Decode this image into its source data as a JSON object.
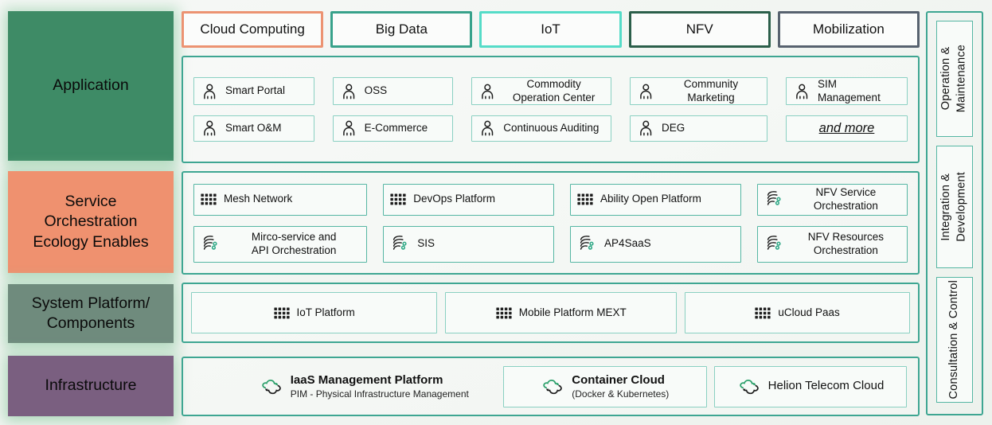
{
  "colors": {
    "container_border": "#3EA692",
    "item_border": "#8AD0C2",
    "soee_item_border": "#55B6A3",
    "icon_dark": "#1D1D1D",
    "icon_green": "#2FA886",
    "cloud_arrow_green": "#2CA06B"
  },
  "left_panels": [
    {
      "id": "layer-application",
      "label": "Application",
      "color": "#3E8B66"
    },
    {
      "id": "layer-service-orchestration",
      "label": "Service\nOrchestration\nEcology Enables",
      "color": "#EF916F"
    },
    {
      "id": "layer-system-platform",
      "label": "System Platform/\nComponents",
      "color": "#6F8B7D"
    },
    {
      "id": "layer-infrastructure",
      "label": "Infrastructure",
      "color": "#7A5F80"
    }
  ],
  "top_tags": [
    {
      "id": "tag-cloud-computing",
      "label": "Cloud Computing",
      "border_color": "#EC9372"
    },
    {
      "id": "tag-big-data",
      "label": "Big Data",
      "border_color": "#38A28B"
    },
    {
      "id": "tag-iot",
      "label": "IoT",
      "border_color": "#55DCC8"
    },
    {
      "id": "tag-nfv",
      "label": "NFV",
      "border_color": "#2B5F4A"
    },
    {
      "id": "tag-mobilization",
      "label": "Mobilization",
      "border_color": "#57626F"
    }
  ],
  "sections": {
    "application": {
      "rows": [
        [
          {
            "id": "smart-portal",
            "label": "Smart Portal",
            "icon": "person-icon"
          },
          {
            "id": "oss",
            "label": "OSS",
            "icon": "person-icon"
          },
          {
            "id": "commodity-operation-center",
            "label": "Commodity\nOperation Center",
            "icon": "person-icon"
          },
          {
            "id": "community-marketing",
            "label": "Community\nMarketing",
            "icon": "person-icon"
          },
          {
            "id": "sim-management",
            "label": "SIM Management",
            "icon": "person-icon"
          }
        ],
        [
          {
            "id": "smart-om",
            "label": "Smart O&M",
            "icon": "person-icon"
          },
          {
            "id": "e-commerce",
            "label": "E-Commerce",
            "icon": "person-icon"
          },
          {
            "id": "continuous-auditing",
            "label": "Continuous Auditing",
            "icon": "person-icon"
          },
          {
            "id": "deg",
            "label": "DEG",
            "icon": "person-icon"
          },
          {
            "id": "and-more",
            "label": "and more",
            "emphasis": true
          }
        ]
      ]
    },
    "service_orchestration": {
      "rows": [
        [
          {
            "id": "mesh-network",
            "label": "Mesh Network",
            "icon": "grid-icon"
          },
          {
            "id": "devops-platform",
            "label": "DevOps Platform",
            "icon": "grid-icon"
          },
          {
            "id": "ability-open-platform",
            "label": "Ability Open Platform",
            "icon": "grid-icon"
          },
          {
            "id": "nfv-service-orchestration",
            "label": "NFV Service\nOrchestration",
            "icon": "orchestration-icon"
          }
        ],
        [
          {
            "id": "mirco-service-api-orchestration",
            "label": "Mirco-service and\nAPI Orchestration",
            "icon": "orchestration-icon"
          },
          {
            "id": "sis",
            "label": "SIS",
            "icon": "orchestration-icon"
          },
          {
            "id": "ap4saas",
            "label": "AP4SaaS",
            "icon": "orchestration-icon"
          },
          {
            "id": "nfv-resources-orchestration",
            "label": "NFV Resources\nOrchestration",
            "icon": "orchestration-icon"
          }
        ]
      ]
    },
    "system_platform": {
      "rows": [
        [
          {
            "id": "iot-platform",
            "label": "IoT Platform",
            "icon": "grid-icon"
          },
          {
            "id": "mobile-platform-mext",
            "label": "Mobile Platform MEXT",
            "icon": "grid-icon"
          },
          {
            "id": "ucloud-paas",
            "label": "uCloud Paas",
            "icon": "grid-icon"
          }
        ]
      ]
    },
    "infrastructure": {
      "rows": [
        [
          {
            "id": "iaas-management-platform",
            "label": "IaaS Management Platform",
            "sublabel": "PIM - Physical Infrastructure Management",
            "icon": "cloud-cycle-icon",
            "borderless": true
          },
          {
            "id": "container-cloud",
            "label": "Container Cloud",
            "sublabel": "(Docker & Kubernetes)",
            "icon": "cloud-cycle-icon"
          },
          {
            "id": "helion-telecom-cloud",
            "label": "Helion Telecom Cloud",
            "icon": "cloud-cycle-icon"
          }
        ]
      ]
    }
  },
  "right_rail": {
    "items": [
      {
        "id": "rail-operation-maintenance",
        "label": "Operation &\nMaintenance"
      },
      {
        "id": "rail-integration-development",
        "label": "Integration &\nDevelopment"
      },
      {
        "id": "rail-consultation-control",
        "label": "Consultation & Control"
      }
    ]
  }
}
